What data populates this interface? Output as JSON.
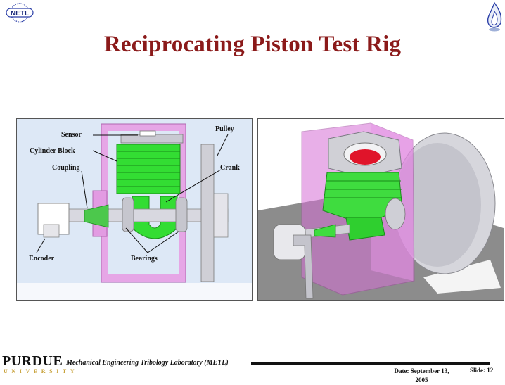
{
  "header": {
    "title": "Reciprocating Piston Test Rig",
    "logo_text": "NETL"
  },
  "left_figure": {
    "labels": {
      "sensor": "Sensor",
      "cylinder_block": "Cylinder Block",
      "coupling": "Coupling",
      "pulley": "Pulley",
      "crank": "Crank",
      "encoder": "Encoder",
      "bearings": "Bearings"
    }
  },
  "footer": {
    "university": "PURDUE",
    "university_sub": "UNIVERSITY",
    "lab": "Mechanical Engineering Tribology Laboratory (METL)",
    "date": "Date: September 13, 2005",
    "slide": "Slide: 12"
  },
  "colors": {
    "title": "#8b1a1a",
    "pink_frame": "#e58fe0",
    "green_part": "#2fe02f",
    "panel_bg": "#dde8f6"
  }
}
